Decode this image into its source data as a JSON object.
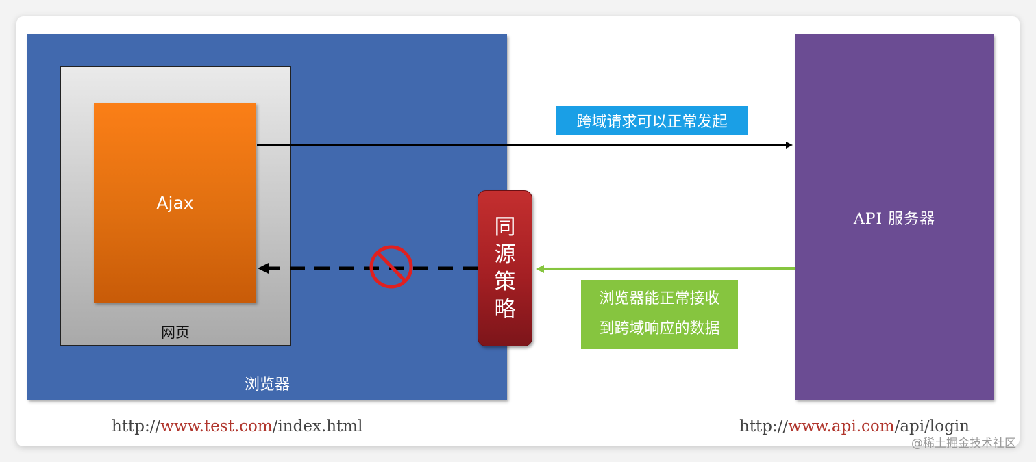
{
  "diagram": {
    "browser_label": "浏览器",
    "webpage_label": "网页",
    "ajax_label": "Ajax",
    "server_label": "API 服务器",
    "policy_label": "同源策略",
    "request_note": "跨域请求可以正常发起",
    "response_note_line1": "浏览器能正常接收",
    "response_note_line2": "到跨域响应的数据",
    "left_url": {
      "prefix": "http://",
      "host": "www.test.com",
      "path": "/index.html"
    },
    "right_url": {
      "prefix": "http://",
      "host": "www.api.com",
      "path": "/api/login"
    },
    "watermark": "@稀土掘金技术社区",
    "blocked_icon": "prohibited-icon",
    "colors": {
      "browser": "#4169ae",
      "server": "#6b4c93",
      "ajax": "#f07a14",
      "policy": "#a41f23",
      "request_note_bg": "#1a9fe6",
      "response_note_bg": "#86c53f",
      "response_arrow": "#86c53f",
      "blocked": "#e02020",
      "url_host": "#b0352c"
    }
  }
}
